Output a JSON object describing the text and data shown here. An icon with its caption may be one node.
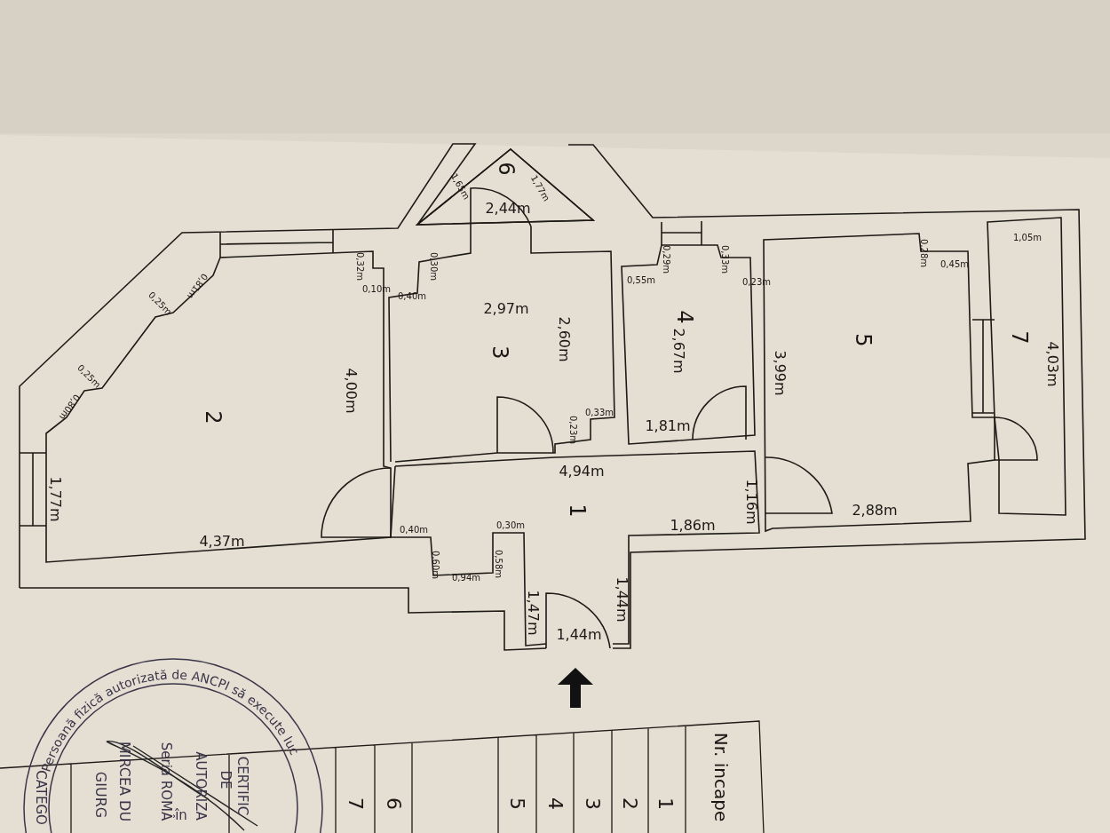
{
  "diagram": {
    "nodes": [
      {
        "text": [
          "1"
        ]
      },
      {
        "text": [
          "2"
        ]
      },
      {
        "text": [
          "3"
        ]
      },
      {
        "text": [
          "4"
        ]
      },
      {
        "text": [
          "5"
        ]
      },
      {
        "text": [
          "6"
        ]
      },
      {
        "text": [
          "7"
        ]
      }
    ],
    "labels": [
      "0,81m",
      "0,25m",
      "0,25m",
      "0,80m",
      "1,77m",
      "4,37m",
      "4,00m",
      "0,32m",
      "0,10m",
      "0,40m",
      "0,30m",
      "2,97m",
      "2,60m",
      "1,65m",
      "1,77m",
      "2,44m",
      "0,33m",
      "0,23m",
      "4,94m",
      "0,55m",
      "0,29m",
      "0,33m",
      "0,23m",
      "2,67m",
      "1,81m",
      "3,99m",
      "1,16m",
      "1,86m",
      "2,88m",
      "0,28m",
      "0,45m",
      "1,05m",
      "4,03m",
      "0,40m",
      "0,60m",
      "0,94m",
      "0,30m",
      "0,58m",
      "1,47m",
      "1,44m",
      "1,44m",
      "Nr. incape",
      "1",
      "2",
      "3",
      "4",
      "5",
      "6",
      "7",
      "Persoană fizică autorizată de ANCPI să execute luc",
      "CERTIFIC",
      "DE",
      "AUTORIZA",
      "Seria ROMÂ",
      "în",
      "MIRCEA DU",
      "GIURG",
      "CATEGO"
    ]
  }
}
